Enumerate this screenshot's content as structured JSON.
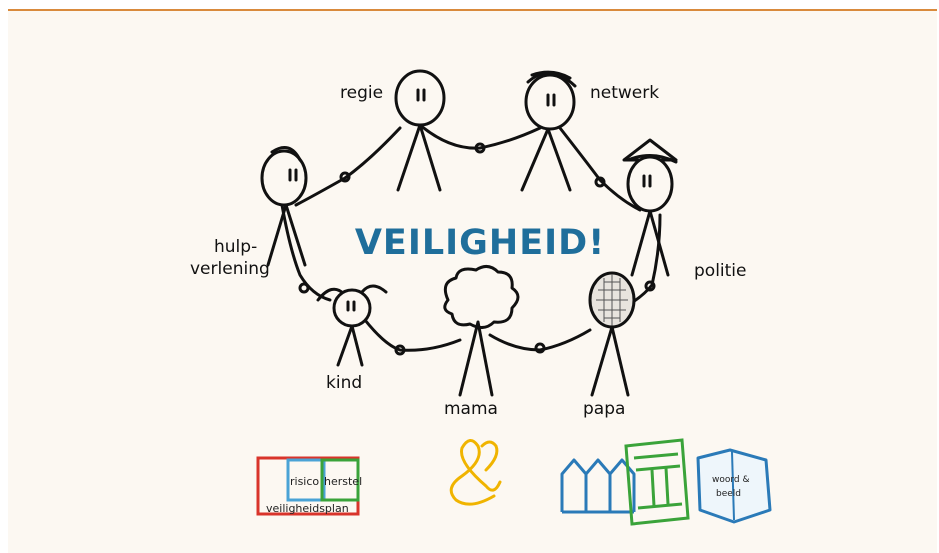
{
  "illustration": {
    "title": "VEILIGHEID!",
    "roles": {
      "regie": "regie",
      "netwerk": "netwerk",
      "hulp_line1": "hulp-",
      "hulp_line2": "verlening",
      "politie": "politie",
      "kind": "kind",
      "mama": "mama",
      "papa": "papa"
    }
  },
  "icons": {
    "plan": {
      "risico": "risico",
      "herstel": "herstel",
      "veiligheidsplan": "veiligheidsplan"
    },
    "book": {
      "line1": "woord &",
      "line2": "beeld"
    }
  },
  "colors": {
    "title": "#1f6e9b",
    "accent_border": "#d98a3c",
    "red": "#d9342b",
    "blue": "#4aa3d6",
    "green": "#3aa33a",
    "yellow": "#f0b400",
    "house_blue": "#2a7ab8"
  }
}
